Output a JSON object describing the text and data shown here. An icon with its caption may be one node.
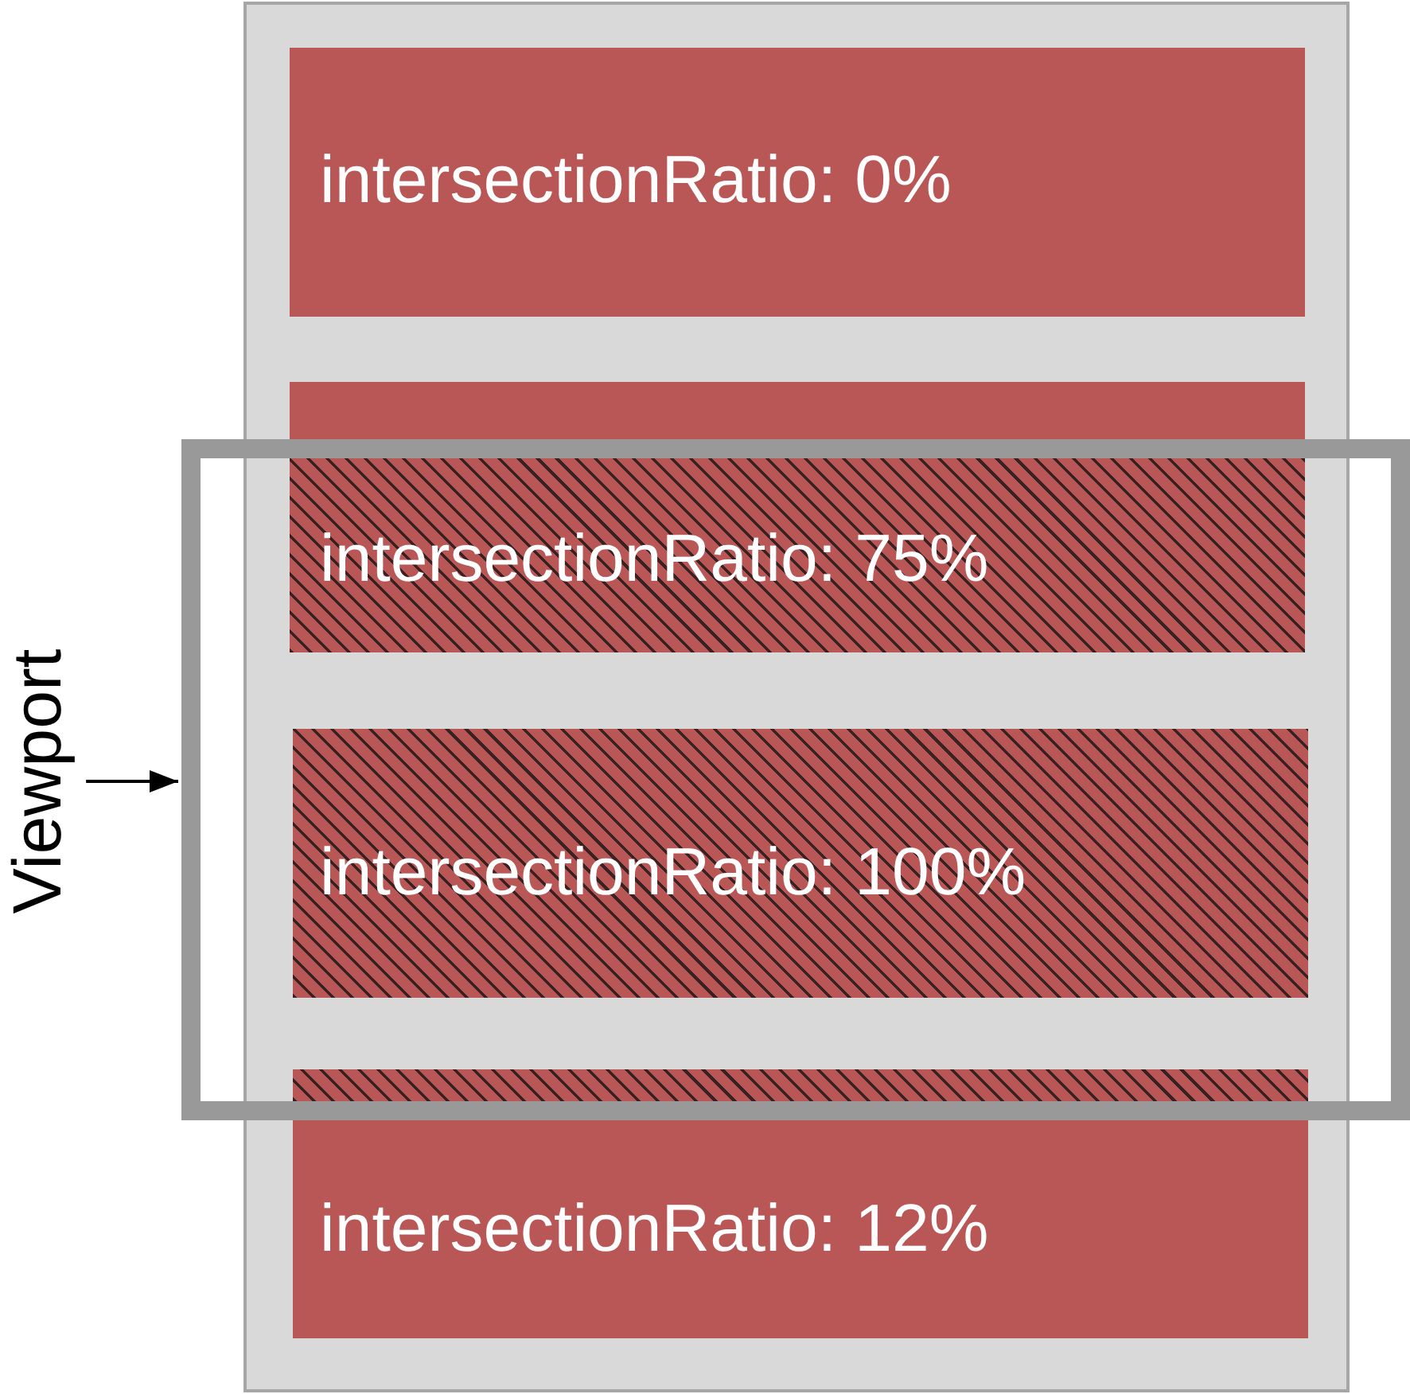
{
  "diagram": {
    "nodes": [
      {
        "text": [],
        "shape": "box"
      },
      {
        "text": [],
        "shape": "box"
      },
      {
        "text": [
          "intersectionRatio: 0%"
        ],
        "in": 0
      },
      {
        "text": [
          "intersectionRatio: 75%"
        ],
        "in": 0
      },
      {
        "text": [
          "intersectionRatio: 100%"
        ],
        "in": 1
      },
      {
        "text": [
          "intersectionRatio: 12%"
        ],
        "in": 0
      },
      {
        "text": [
          "Viewport"
        ]
      }
    ],
    "edges": [
      {
        "from": 6,
        "to": 1,
        "arrow": "to"
      }
    ]
  }
}
